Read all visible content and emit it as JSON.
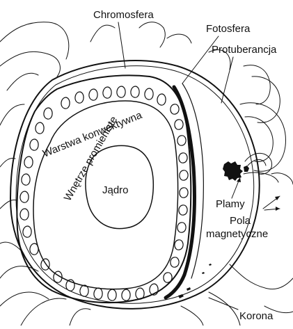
{
  "diagram": {
    "labels": {
      "chromosfera": "Chromosfera",
      "fotosfera": "Fotosfera",
      "protuberancja": "Protuberancja",
      "warstwa": "Warstwa konwektywna",
      "wnetrze": "Wnętrze promieniste",
      "jadro": "Jądro",
      "plamy": "Plamy",
      "pola_line1": "Pola",
      "pola_line2": "magnetyczne",
      "korona": "Korona"
    },
    "colors": {
      "ink": "#111111",
      "background": "#ffffff"
    },
    "style": "black-and-white line drawing"
  }
}
